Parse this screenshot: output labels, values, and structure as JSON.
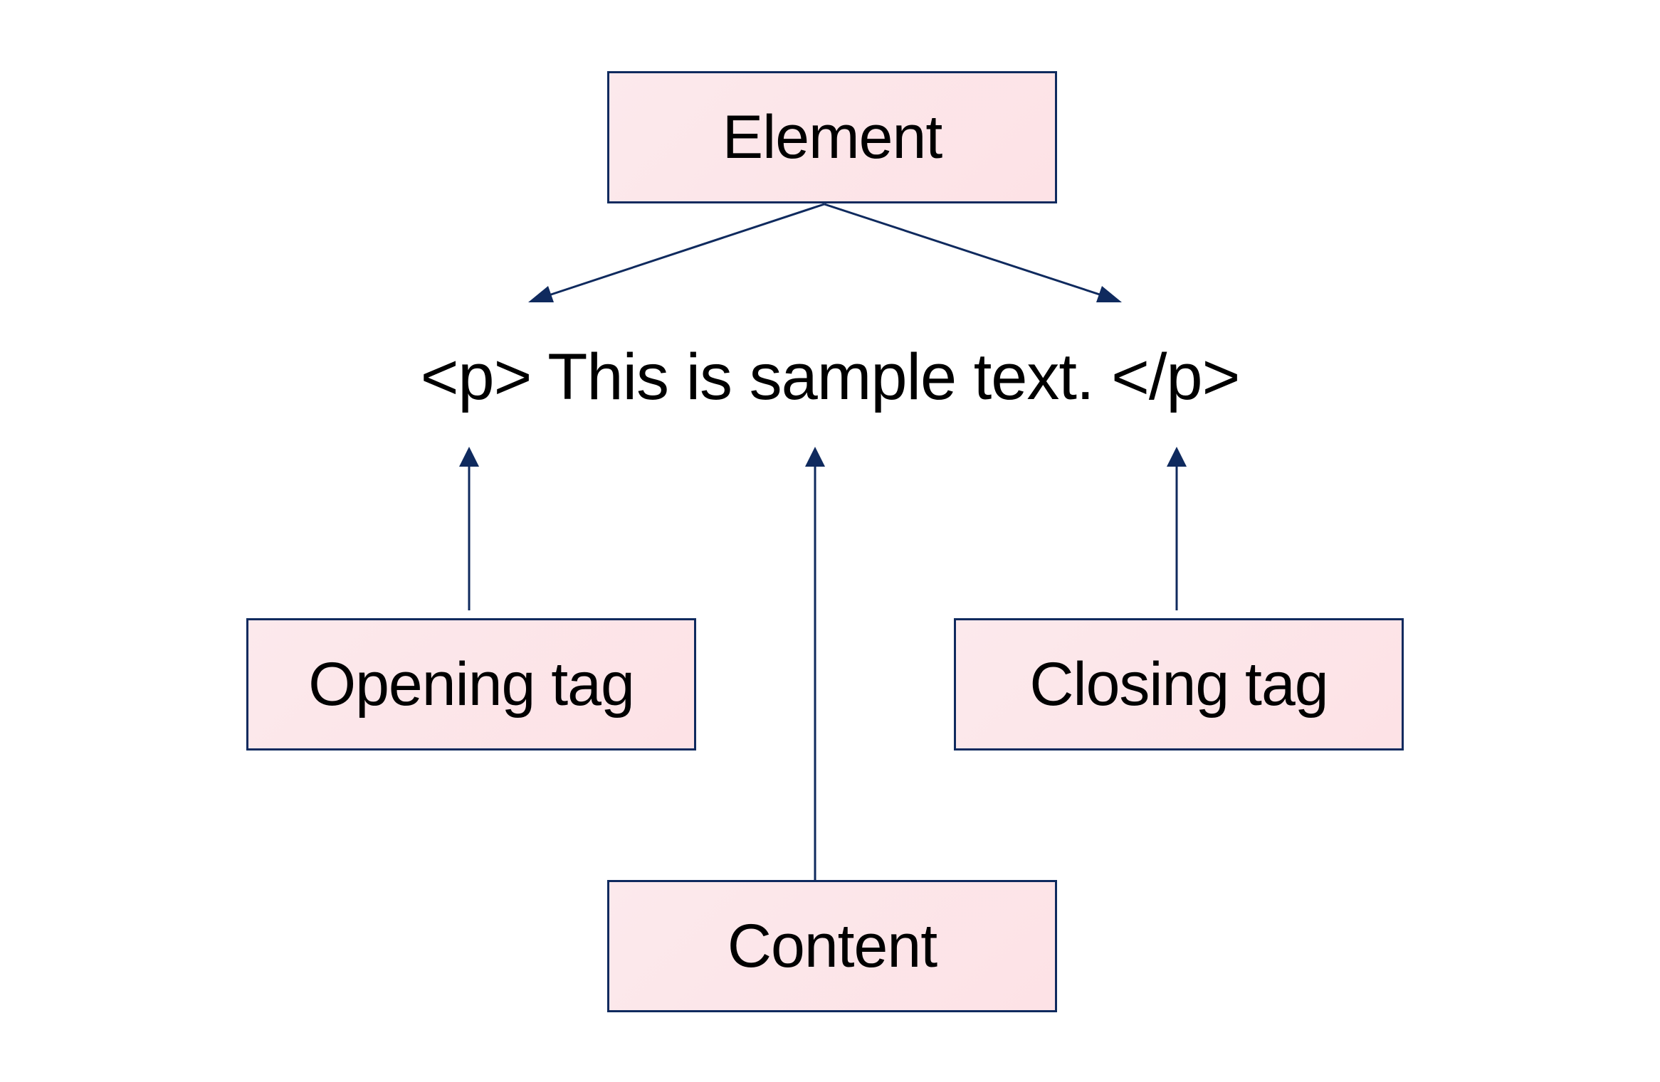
{
  "diagram": {
    "top_label": "Element",
    "sample_text": "<p> This is sample text. </p>",
    "left_label": "Opening tag",
    "right_label": "Closing tag",
    "bottom_label": "Content"
  },
  "colors": {
    "box_fill": "#fde5e8",
    "box_border": "#0f2a5e",
    "arrow": "#0f2a5e",
    "text": "#000000"
  }
}
